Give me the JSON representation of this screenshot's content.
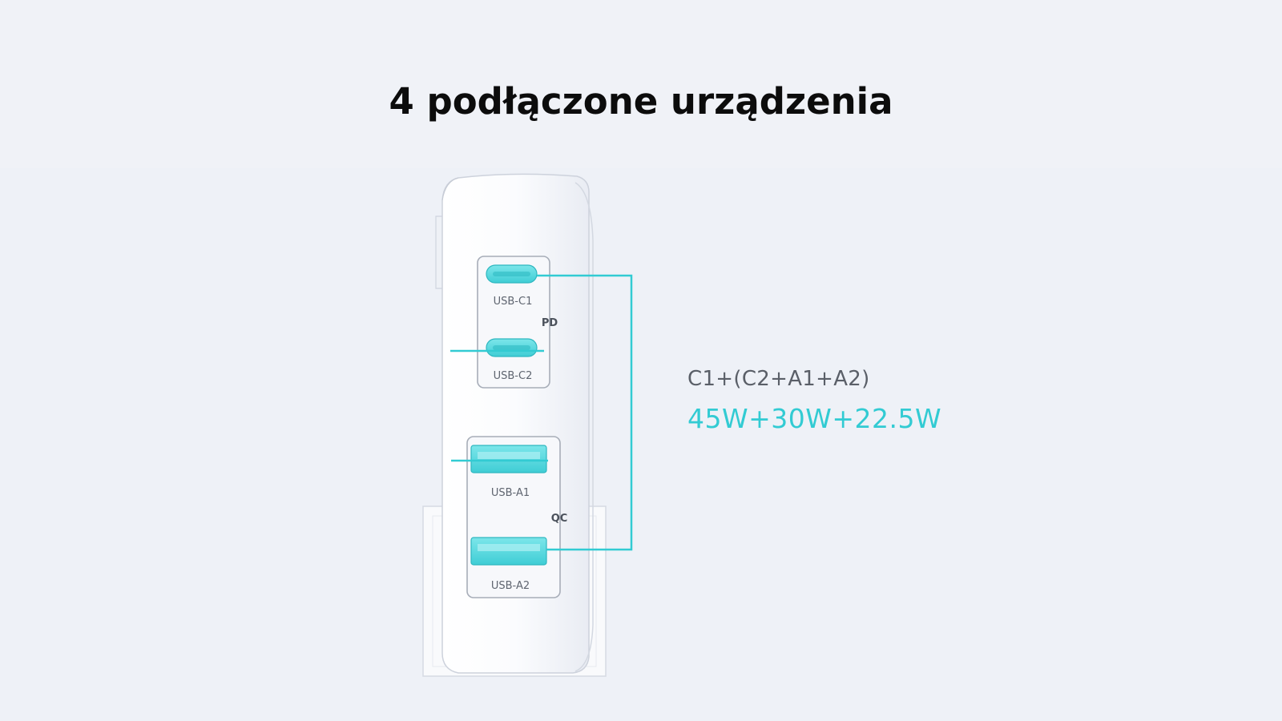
{
  "title": "4 podłączone urządzenia",
  "ports": {
    "c1": "USB-C1",
    "c2": "USB-C2",
    "a1": "USB-A1",
    "a2": "USB-A2"
  },
  "groups": {
    "pd": "PD",
    "qc": "QC"
  },
  "combination": "C1+(C2+A1+A2)",
  "power": "45W+30W+22.5W",
  "colors": {
    "accent": "#32cbd3",
    "background": "#f0f2f7",
    "title": "#0c0c0c"
  }
}
